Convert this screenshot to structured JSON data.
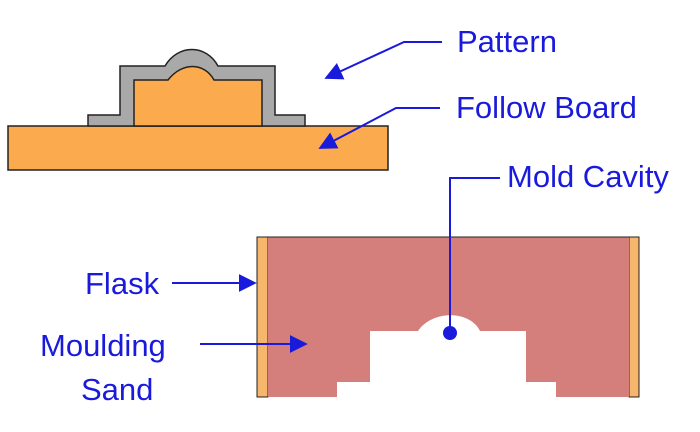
{
  "labels": {
    "pattern": "Pattern",
    "follow_board": "Follow Board",
    "mold_cavity": "Mold Cavity",
    "flask": "Flask",
    "moulding": "Moulding",
    "sand": "Sand"
  },
  "colors": {
    "label_text": "#1a1adc",
    "arrow": "#1a1adc",
    "follow_board_fill": "#fbab4d",
    "pattern_fill": "#a9a9a9",
    "outline": "#222222",
    "moulding_sand_fill": "#d47f7c",
    "flask_fill": "#f6b66c",
    "cavity_fill": "#ffffff",
    "background_watermark_text": "#e9eef6"
  }
}
